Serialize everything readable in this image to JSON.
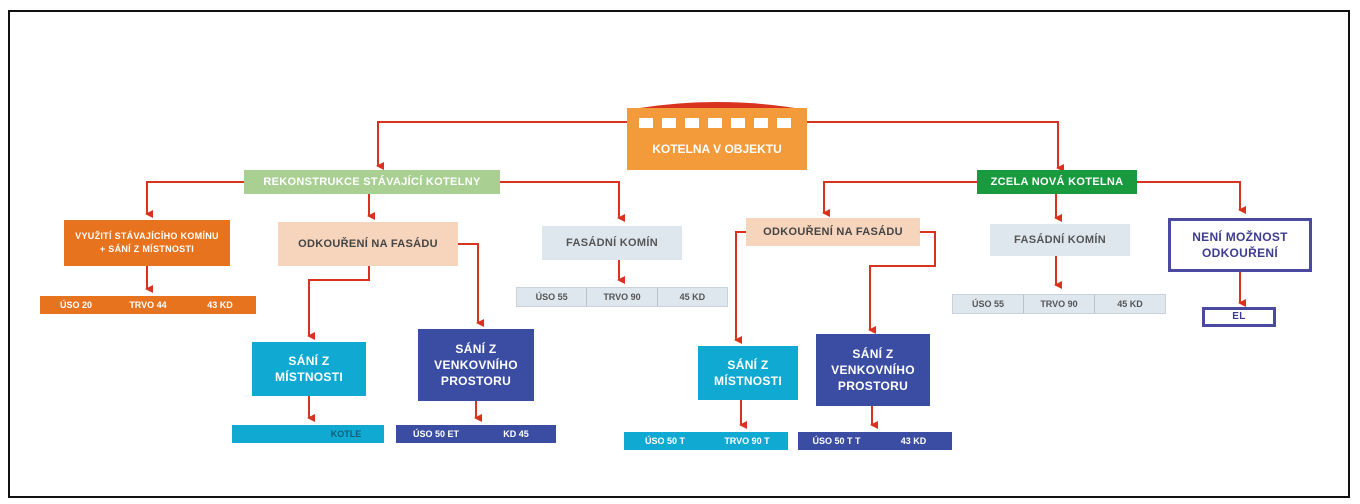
{
  "root": {
    "label": "KOTELNA V OBJEKTU"
  },
  "left_branch": {
    "label": "REKONSTRUKCE STÁVAJÍCÍ KOTELNY",
    "komin_room": {
      "label": "VYUŽITÍ STÁVAJÍCÍHO KOMÍNU + SÁNÍ Z MÍSTNOSTI",
      "specs": [
        "ÚSO 20",
        "TRVO 44",
        "43 KD"
      ]
    },
    "fasada": {
      "label": "ODKOUŘENÍ NA FASÁDU",
      "room": {
        "label": "SÁNÍ Z MÍSTNOSTI",
        "specs": [
          "",
          "KOTLE"
        ]
      },
      "outside": {
        "label": "SÁNÍ Z VENKOVNÍHO PROSTORU",
        "specs": [
          "ÚSO 50 ET",
          "KD 45"
        ]
      }
    },
    "fasadni_komin": {
      "label": "FASÁDNÍ KOMÍN",
      "specs": [
        "ÚSO 55",
        "TRVO 90",
        "45 KD"
      ]
    }
  },
  "right_branch": {
    "label": "ZCELA NOVÁ KOTELNA",
    "fasada": {
      "label": "ODKOUŘENÍ NA FASÁDU",
      "room": {
        "label": "SÁNÍ Z MÍSTNOSTI",
        "specs": [
          "ÚSO 50 T",
          "TRVO 90 T"
        ]
      },
      "outside": {
        "label": "SÁNÍ Z VENKOVNÍHO PROSTORU",
        "specs": [
          "ÚSO 50 T T",
          "43 KD"
        ]
      }
    },
    "fasadni_komin": {
      "label": "FASÁDNÍ KOMÍN",
      "specs": [
        "ÚSO 55",
        "TRVO 90",
        "45 KD"
      ]
    },
    "no_exhaust": {
      "label": "NENÍ MOŽNOST ODKOUŘENÍ",
      "specs": [
        "EL"
      ]
    }
  },
  "colors": {
    "connector": "#d9331f",
    "root": "#f39a3b",
    "orange": "#e8731f",
    "green": "#1a9a3f",
    "light_green": "#a9cf93",
    "peach": "#f7d5bd",
    "cyan": "#10a9d2",
    "navy": "#3b4da3",
    "grey": "#dfe7ee"
  }
}
